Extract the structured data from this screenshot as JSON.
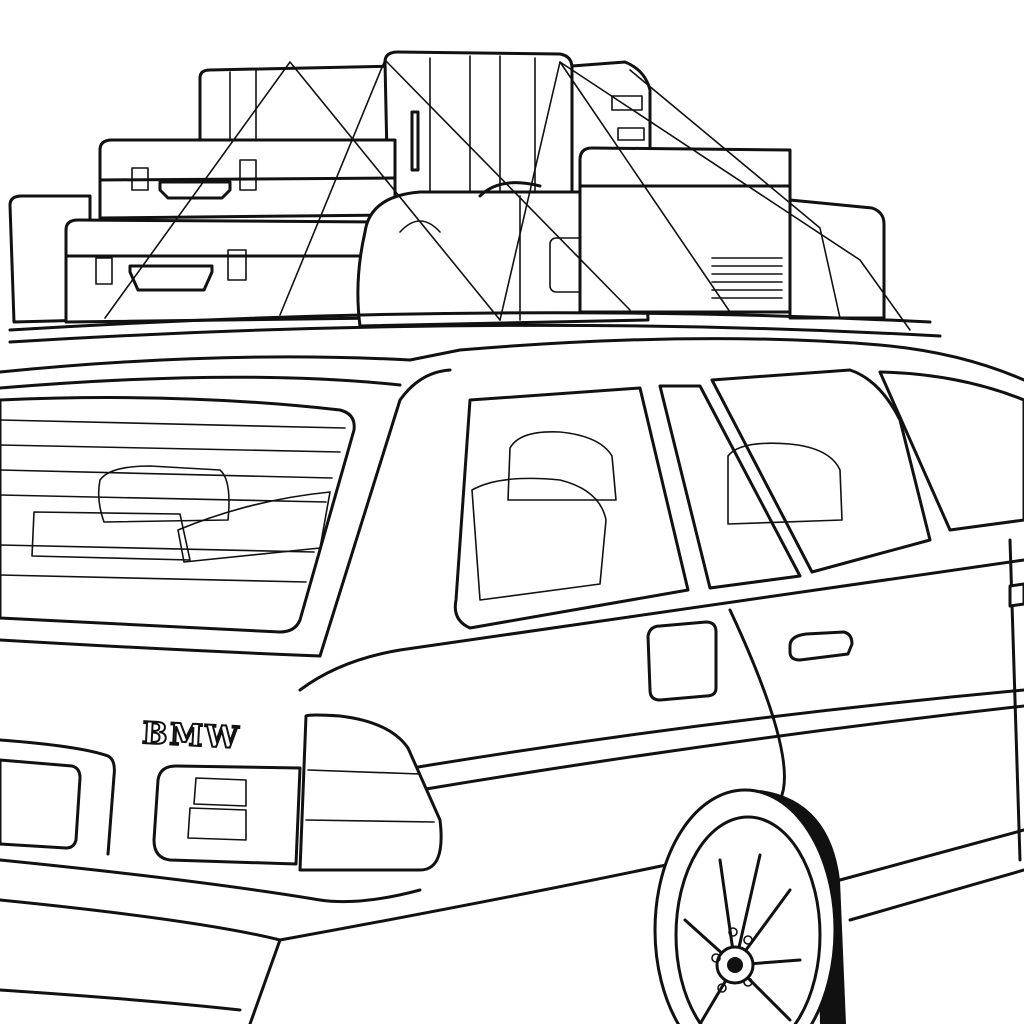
{
  "image": {
    "kind": "line-art coloring page",
    "subject": "Station wagon car viewed from rear three-quarter angle with luggage strapped to roof rack",
    "palette": {
      "line": "#111111",
      "background": "#ffffff"
    }
  },
  "car": {
    "badge_text": "BMW",
    "body_style": "station wagon",
    "license_plate_text": "",
    "wheel": {
      "type": "multi-spoke alloy",
      "lug_nuts": 5
    }
  },
  "roof_luggage": {
    "items": [
      {
        "type": "hard-shell suitcase",
        "position": "top center, upright"
      },
      {
        "type": "suitcase",
        "position": "top left, stacked"
      },
      {
        "type": "suitcase",
        "position": "middle left, with handle and latches"
      },
      {
        "type": "suitcase",
        "position": "bottom left, with handle and latches"
      },
      {
        "type": "duffel bag",
        "position": "center front"
      },
      {
        "type": "cooler box",
        "position": "right, with vent grille"
      },
      {
        "type": "suitcase",
        "position": "right rear"
      }
    ],
    "straps": "bungee cords with hooks over luggage"
  },
  "interior_visible": {
    "rear_cargo": "bags visible through rear window",
    "seats": "headrests and seats visible through side windows"
  }
}
